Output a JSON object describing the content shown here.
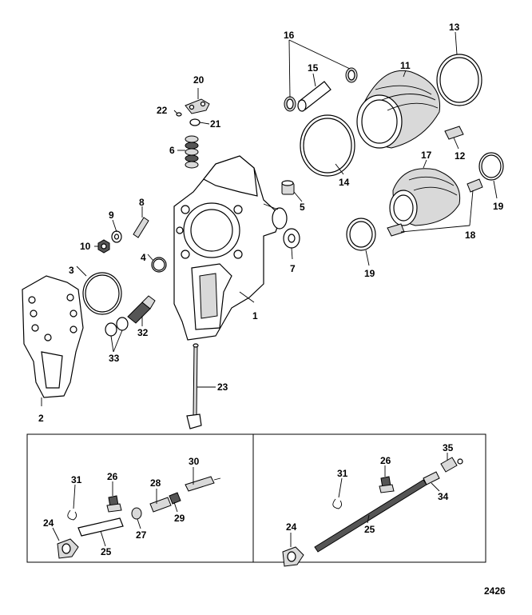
{
  "figure_number": "2426",
  "callouts": {
    "c1": "1",
    "c2": "2",
    "c3": "3",
    "c4": "4",
    "c5": "5",
    "c6": "6",
    "c7": "7",
    "c8": "8",
    "c9": "9",
    "c10": "10",
    "c11": "11",
    "c12": "12",
    "c13": "13",
    "c14": "14",
    "c15": "15",
    "c16": "16",
    "c17": "17",
    "c18": "18",
    "c19a": "19",
    "c19b": "19",
    "c20": "20",
    "c21": "21",
    "c22": "22",
    "c23": "23",
    "c24a": "24",
    "c25a": "25",
    "c26a": "26",
    "c27": "27",
    "c28": "28",
    "c29": "29",
    "c30": "30",
    "c31a": "31",
    "c32": "32",
    "c33": "33",
    "c24b": "24",
    "c25b": "25",
    "c26b": "26",
    "c31b": "31",
    "c34": "34",
    "c35": "35"
  }
}
